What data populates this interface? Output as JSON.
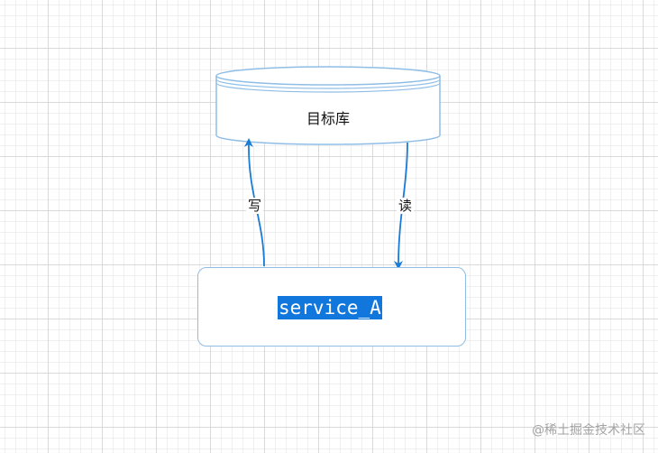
{
  "diagram": {
    "database": {
      "label": "目标库"
    },
    "service": {
      "label": "service_A"
    },
    "edges": {
      "write_label": "写",
      "read_label": "读"
    },
    "colors": {
      "stroke": "#8fbde6",
      "arrow": "#1a7bd6",
      "highlight": "#1177dd"
    }
  },
  "watermark": {
    "text": "@稀土掘金技术社区"
  }
}
